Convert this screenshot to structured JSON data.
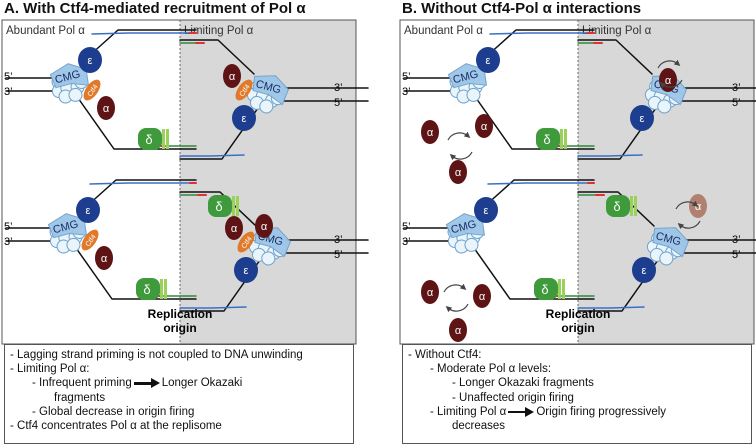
{
  "colors": {
    "cmg": "#9ec6e8",
    "pol_epsilon": "#1d3d8f",
    "pol_delta": "#3e9a3b",
    "pol_alpha": "#5e1414",
    "ctf4": "#e07a2a",
    "leading_strand": "#3a6fc4",
    "lagging_strand": "#2e8b3a",
    "primer": "#e03030",
    "limiting_bg": "#d8d8d8"
  },
  "panels": [
    {
      "title": "A. With Ctf4-mediated recruitment of Pol α",
      "left_label": "Abundant Pol α",
      "right_label": "Limiting Pol α",
      "origin_label": "Replication\norigin",
      "summary": [
        {
          "indent": 0,
          "text": "- Lagging strand priming is not coupled to DNA unwinding"
        },
        {
          "indent": 0,
          "text": "- Limiting Pol α:"
        },
        {
          "indent": 1,
          "text": "- Infrequent priming",
          "arrow": true,
          "after": "Longer Okazaki"
        },
        {
          "indent": 2,
          "text": "fragments"
        },
        {
          "indent": 1,
          "text": "- Global decrease in origin firing"
        },
        {
          "indent": 0,
          "text": "- Ctf4 concentrates Pol α at the replisome"
        }
      ]
    },
    {
      "title": "B. Without Ctf4-Pol α interactions",
      "left_label": "Abundant Pol α",
      "right_label": "Limiting Pol α",
      "origin_label": "Replication\norigin",
      "summary": [
        {
          "indent": 0,
          "text": "- Without Ctf4:"
        },
        {
          "indent": 1,
          "text": "- Moderate Pol α levels:"
        },
        {
          "indent": 2,
          "text": "- Longer Okazaki fragments"
        },
        {
          "indent": 2,
          "text": "- Unaffected origin firing"
        },
        {
          "indent": 1,
          "text": "- Limiting Pol α",
          "arrow": true,
          "after": "Origin firing progressively"
        },
        {
          "indent": 2,
          "text": "decreases"
        }
      ]
    }
  ],
  "labels": {
    "cmg": "CMG",
    "epsilon": "ε",
    "delta": "δ",
    "alpha": "α",
    "ctf4": "Ctf4",
    "five_prime": "5’",
    "three_prime": "3’"
  }
}
